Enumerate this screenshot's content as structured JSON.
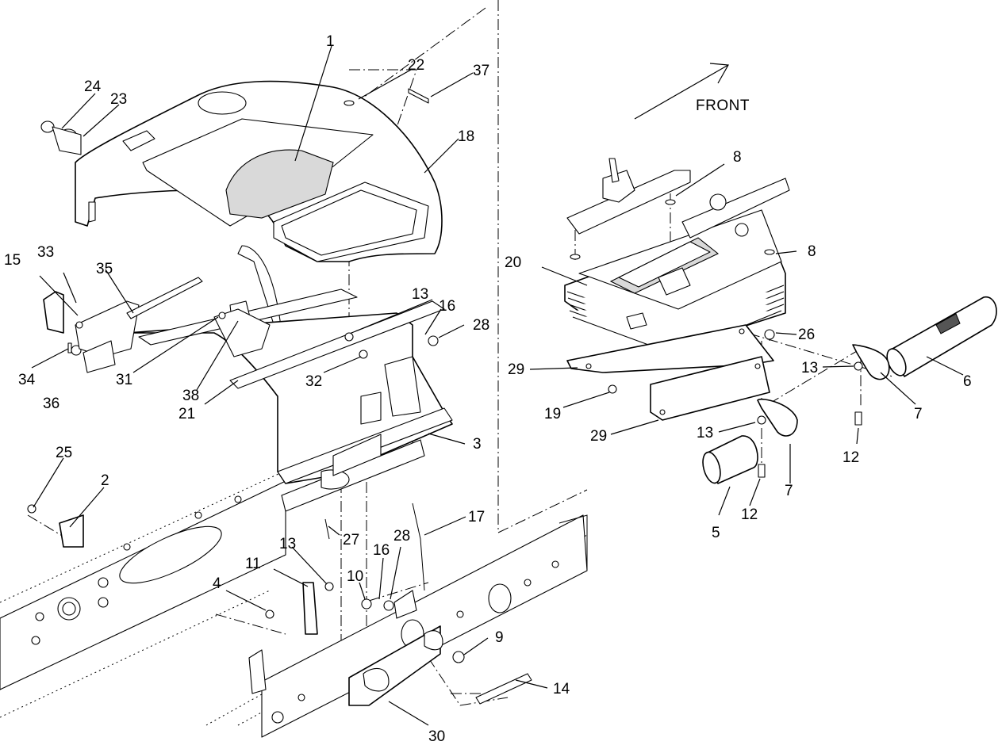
{
  "diagram": {
    "direction_label": "FRONT",
    "callouts": {
      "c1": "1",
      "c2": "2",
      "c3": "3",
      "c4": "4",
      "c5": "5",
      "c6": "6",
      "c7a": "7",
      "c7b": "7",
      "c8a": "8",
      "c8b": "8",
      "c9": "9",
      "c10": "10",
      "c11": "11",
      "c12a": "12",
      "c12b": "12",
      "c13a": "13",
      "c13b": "13",
      "c13c": "13",
      "c13d": "13",
      "c14": "14",
      "c15": "15",
      "c16a": "16",
      "c16b": "16",
      "c17": "17",
      "c18": "18",
      "c19": "19",
      "c20": "20",
      "c21": "21",
      "c22": "22",
      "c23": "23",
      "c24": "24",
      "c25": "25",
      "c26": "26",
      "c27": "27",
      "c28a": "28",
      "c28b": "28",
      "c29a": "29",
      "c29b": "29",
      "c30": "30",
      "c31": "31",
      "c32": "32",
      "c33": "33",
      "c34": "34",
      "c35": "35",
      "c36": "36",
      "c37": "37",
      "c38": "38"
    }
  }
}
